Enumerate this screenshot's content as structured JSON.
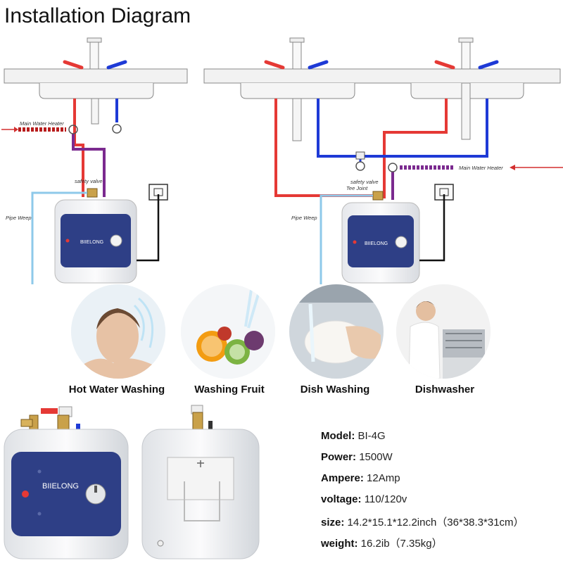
{
  "title": "Installation Diagram",
  "diagram_labels": {
    "main_water_heater": "Main Water Heater",
    "safety_valve": "safety valve",
    "pipe_weep": "Pipe Weep",
    "tee_joint": "Tee Joint"
  },
  "brand": "BIIELONG",
  "use_cases": [
    {
      "label": "Hot Water Washing"
    },
    {
      "label": "Washing Fruit"
    },
    {
      "label": "Dish Washing"
    },
    {
      "label": "Dishwasher"
    }
  ],
  "specs": [
    {
      "key": "Model:",
      "value": "BI-4G"
    },
    {
      "key": "Power:",
      "value": "1500W"
    },
    {
      "key": "Ampere:",
      "value": "12Amp"
    },
    {
      "key": "voltage:",
      "value": "110/120v"
    },
    {
      "key": "size:",
      "value": "14.2*15.1*12.2inch（36*38.3*31cm）"
    },
    {
      "key": "weight:",
      "value": "16.2ib（7.35kg）"
    }
  ],
  "colors": {
    "hot_pipe": "#e53935",
    "cold_pipe": "#1e3ad6",
    "mixed_pipe": "#7b2a8f",
    "weep_pipe": "#8ec9ea",
    "heater_panel": "#2e3f86",
    "arrow": "#d32f2f"
  }
}
